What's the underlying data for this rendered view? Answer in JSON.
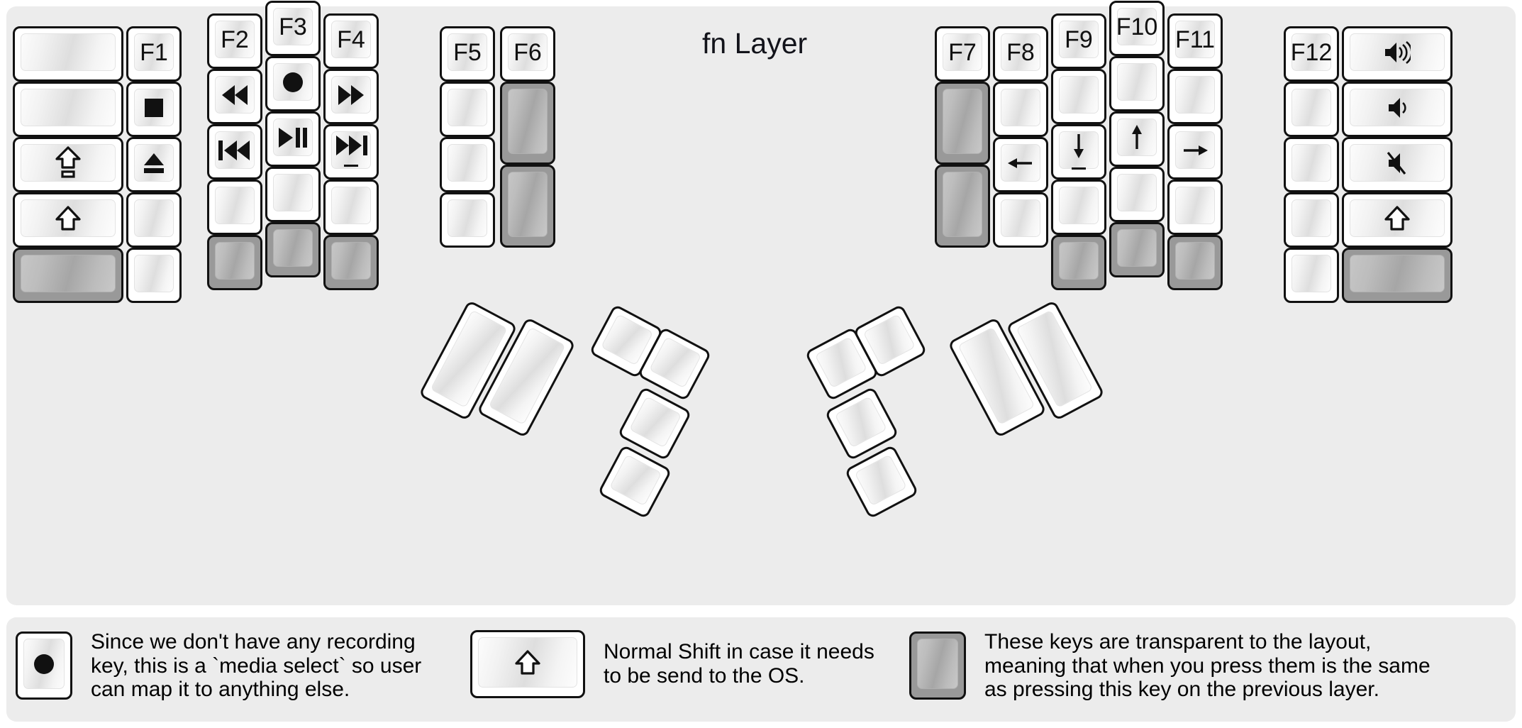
{
  "title": "fn Layer",
  "colors": {
    "background": "#ececec",
    "key_face": "#ffffff",
    "key_outline": "#111111",
    "transparent_key": "#999999",
    "text": "#111111"
  },
  "left_half": {
    "columns": [
      {
        "name": "col-pinky-outer",
        "keys": [
          {
            "label": "",
            "icon": "",
            "type": "normal"
          },
          {
            "label": "",
            "icon": "",
            "type": "normal"
          },
          {
            "label": "",
            "icon": "caps-lock-icon",
            "type": "normal"
          },
          {
            "label": "",
            "icon": "shift-icon",
            "type": "normal"
          },
          {
            "label": "",
            "icon": "",
            "type": "transparent"
          }
        ]
      },
      {
        "name": "col-pinky",
        "keys": [
          {
            "label": "F1",
            "icon": "",
            "type": "normal"
          },
          {
            "label": "",
            "icon": "media-stop-icon",
            "type": "normal"
          },
          {
            "label": "",
            "icon": "media-eject-icon",
            "type": "normal"
          },
          {
            "label": "",
            "icon": "",
            "type": "normal"
          },
          {
            "label": "",
            "icon": "",
            "type": "normal"
          }
        ]
      },
      {
        "name": "col-ring",
        "keys": [
          {
            "label": "F2",
            "icon": "",
            "type": "normal"
          },
          {
            "label": "",
            "icon": "media-rewind-icon",
            "type": "normal"
          },
          {
            "label": "",
            "icon": "media-previous-icon",
            "type": "normal"
          },
          {
            "label": "",
            "icon": "",
            "type": "normal"
          },
          {
            "label": "",
            "icon": "",
            "type": "transparent"
          }
        ]
      },
      {
        "name": "col-middle",
        "keys": [
          {
            "label": "F3",
            "icon": "",
            "type": "normal"
          },
          {
            "label": "",
            "icon": "media-record-icon",
            "type": "normal"
          },
          {
            "label": "",
            "icon": "media-play-pause-icon",
            "type": "normal"
          },
          {
            "label": "",
            "icon": "",
            "type": "normal"
          },
          {
            "label": "",
            "icon": "",
            "type": "transparent"
          }
        ]
      },
      {
        "name": "col-index",
        "keys": [
          {
            "label": "F4",
            "icon": "",
            "type": "normal"
          },
          {
            "label": "",
            "icon": "media-fast-forward-icon",
            "type": "normal"
          },
          {
            "label": "",
            "icon": "media-next-icon",
            "type": "normal",
            "underbar": true
          },
          {
            "label": "",
            "icon": "",
            "type": "normal"
          },
          {
            "label": "",
            "icon": "",
            "type": "transparent"
          }
        ]
      },
      {
        "name": "col-index-inner",
        "keys": [
          {
            "label": "F5",
            "icon": "",
            "type": "normal"
          },
          {
            "label": "",
            "icon": "",
            "type": "normal"
          },
          {
            "label": "",
            "icon": "",
            "type": "normal"
          },
          {
            "label": "",
            "icon": "",
            "type": "normal"
          }
        ]
      },
      {
        "name": "col-inner",
        "keys": [
          {
            "label": "F6",
            "icon": "",
            "type": "normal"
          },
          {
            "label": "",
            "icon": "",
            "type": "transparent",
            "tall": true
          },
          {
            "label": "",
            "icon": "",
            "type": "transparent",
            "tall": true
          }
        ]
      }
    ]
  },
  "right_half": {
    "columns": [
      {
        "name": "col-inner",
        "keys": [
          {
            "label": "F7",
            "icon": "",
            "type": "normal"
          },
          {
            "label": "",
            "icon": "",
            "type": "transparent",
            "tall": true
          },
          {
            "label": "",
            "icon": "",
            "type": "transparent",
            "tall": true
          }
        ]
      },
      {
        "name": "col-index-inner",
        "keys": [
          {
            "label": "F8",
            "icon": "",
            "type": "normal"
          },
          {
            "label": "",
            "icon": "",
            "type": "normal"
          },
          {
            "label": "",
            "icon": "arrow-left-icon",
            "type": "normal"
          },
          {
            "label": "",
            "icon": "",
            "type": "normal"
          }
        ]
      },
      {
        "name": "col-index",
        "keys": [
          {
            "label": "F9",
            "icon": "",
            "type": "normal"
          },
          {
            "label": "",
            "icon": "",
            "type": "normal"
          },
          {
            "label": "",
            "icon": "arrow-down-icon",
            "type": "normal",
            "underbar": true
          },
          {
            "label": "",
            "icon": "",
            "type": "normal"
          },
          {
            "label": "",
            "icon": "",
            "type": "transparent"
          }
        ]
      },
      {
        "name": "col-middle",
        "keys": [
          {
            "label": "F10",
            "icon": "",
            "type": "normal"
          },
          {
            "label": "",
            "icon": "",
            "type": "normal"
          },
          {
            "label": "",
            "icon": "arrow-up-icon",
            "type": "normal"
          },
          {
            "label": "",
            "icon": "",
            "type": "normal"
          },
          {
            "label": "",
            "icon": "",
            "type": "transparent"
          }
        ]
      },
      {
        "name": "col-ring",
        "keys": [
          {
            "label": "F11",
            "icon": "",
            "type": "normal"
          },
          {
            "label": "",
            "icon": "",
            "type": "normal"
          },
          {
            "label": "",
            "icon": "arrow-right-icon",
            "type": "normal"
          },
          {
            "label": "",
            "icon": "",
            "type": "normal"
          },
          {
            "label": "",
            "icon": "",
            "type": "transparent"
          }
        ]
      },
      {
        "name": "col-pinky",
        "keys": [
          {
            "label": "F12",
            "icon": "",
            "type": "normal"
          },
          {
            "label": "",
            "icon": "",
            "type": "normal"
          },
          {
            "label": "",
            "icon": "",
            "type": "normal"
          },
          {
            "label": "",
            "icon": "",
            "type": "normal"
          },
          {
            "label": "",
            "icon": "",
            "type": "normal"
          }
        ]
      },
      {
        "name": "col-pinky-outer",
        "keys": [
          {
            "label": "",
            "icon": "volume-up-icon",
            "type": "normal"
          },
          {
            "label": "",
            "icon": "volume-down-icon",
            "type": "normal"
          },
          {
            "label": "",
            "icon": "volume-mute-icon",
            "type": "normal"
          },
          {
            "label": "",
            "icon": "shift-icon",
            "type": "normal"
          },
          {
            "label": "",
            "icon": "",
            "type": "transparent"
          }
        ]
      }
    ]
  },
  "left_thumb": {
    "keys": [
      {
        "name": "thumb-left-big-1",
        "icon": "",
        "type": "normal"
      },
      {
        "name": "thumb-left-big-2",
        "icon": "",
        "type": "normal"
      },
      {
        "name": "thumb-left-small-top-1",
        "icon": "",
        "type": "normal"
      },
      {
        "name": "thumb-left-small-top-2",
        "icon": "",
        "type": "normal"
      },
      {
        "name": "thumb-left-small-mid",
        "icon": "",
        "type": "normal"
      },
      {
        "name": "thumb-left-small-bottom",
        "icon": "",
        "type": "normal"
      }
    ]
  },
  "right_thumb": {
    "keys": [
      {
        "name": "thumb-right-big-1",
        "icon": "",
        "type": "normal"
      },
      {
        "name": "thumb-right-big-2",
        "icon": "",
        "type": "normal"
      },
      {
        "name": "thumb-right-small-top-1",
        "icon": "",
        "type": "normal"
      },
      {
        "name": "thumb-right-small-top-2",
        "icon": "",
        "type": "normal"
      },
      {
        "name": "thumb-right-small-mid",
        "icon": "",
        "type": "normal"
      },
      {
        "name": "thumb-right-small-bottom",
        "icon": "",
        "type": "normal"
      }
    ]
  },
  "legend": [
    {
      "icon": "media-record-icon",
      "key_type": "normal",
      "text": "Since we don't have any recording\nkey, this is a `media select` so user\ncan map it to anything else."
    },
    {
      "icon": "shift-icon",
      "key_type": "normal",
      "text": "Normal Shift in case it needs\nto be send to the OS."
    },
    {
      "icon": "",
      "key_type": "transparent",
      "text": "These keys are transparent to the layout,\nmeaning that when you press them is the same\nas pressing this key on the previous layer."
    }
  ]
}
